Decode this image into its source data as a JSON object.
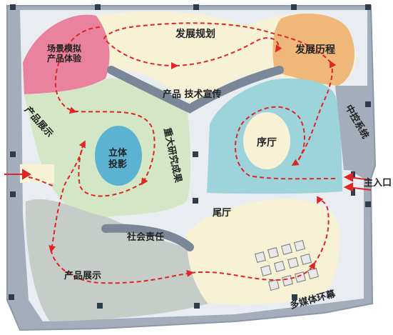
{
  "labels": {
    "development_plan": "发展规划",
    "development_history": "发展历程",
    "scene_simulation_line1": "场景模拟",
    "scene_simulation_line2": "产品体验",
    "product_tech_promo": "产品 技术宣传",
    "product_display_left": "产品展示",
    "stereo_projection_line1": "立体",
    "stereo_projection_line2": "投影",
    "major_research": "重大研究成果",
    "preface_hall": "序厅",
    "central_control": "中控系统",
    "main_entrance": "主入口",
    "tail_hall": "尾厅",
    "social_responsibility": "社会责任",
    "product_display_bottom": "产品展示",
    "multimedia_screen": "多媒体环幕"
  },
  "colors": {
    "floor": "#a4adbb",
    "corridor": "#e9edf2",
    "cream": "#f7f1d5",
    "pink": "#e8829e",
    "orange": "#efb778",
    "light_green": "#d3e7c6",
    "gray_green": "#c6cdc8",
    "cyan": "#9dd3db",
    "blue": "#5cb3d1",
    "route": "#e02525",
    "wall": "#2e3d4c"
  }
}
